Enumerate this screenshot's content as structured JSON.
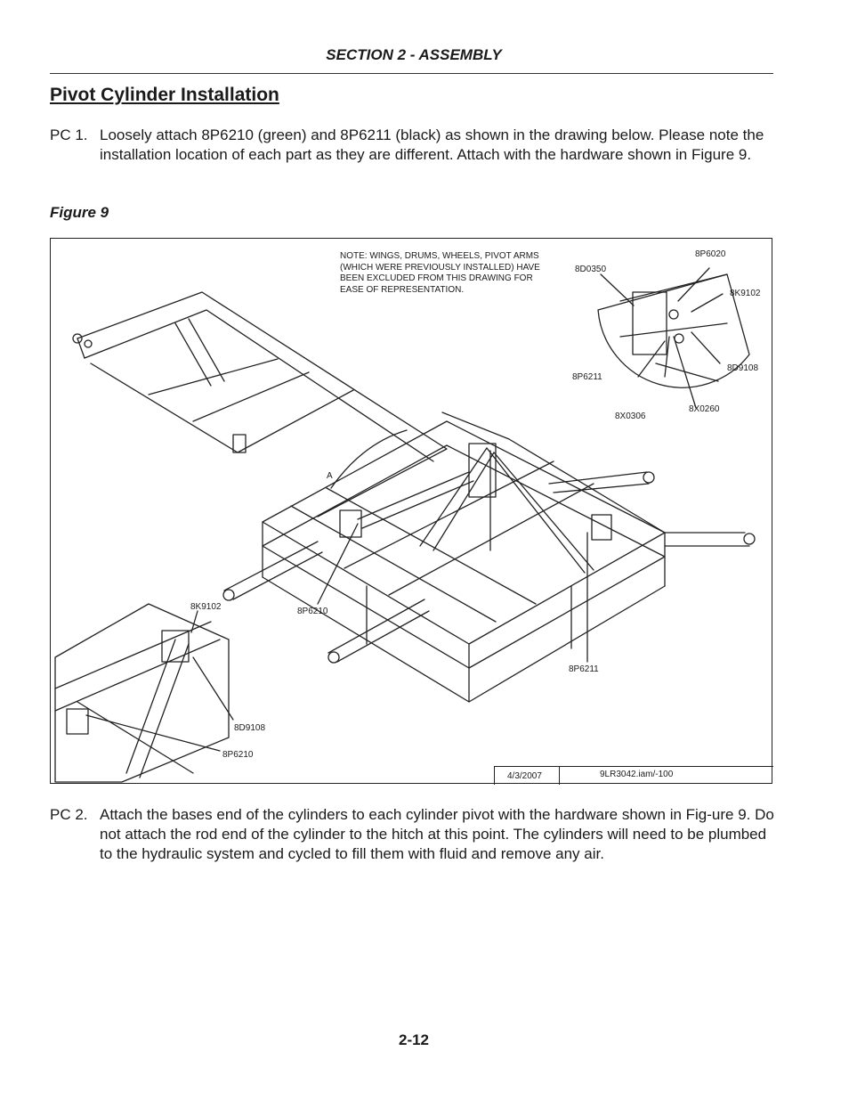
{
  "header": {
    "section": "SECTION 2 - ASSEMBLY"
  },
  "title": "Pivot Cylinder Installation",
  "steps": [
    {
      "num": "PC 1.",
      "text": "Loosely attach 8P6210 (green) and 8P6211 (black) as shown in the drawing below.  Please note the installation location of each part as they are different.  Attach with the hardware shown in Figure 9."
    },
    {
      "num": "PC 2.",
      "text": "Attach the bases end of the cylinders to each cylinder pivot with the hardware shown in Fig-ure 9.  Do not attach the rod end of the cylinder to the hitch at this point.   The cylinders will need to be plumbed to the hydraulic system and cycled to fill them with fluid and remove any air."
    }
  ],
  "figure": {
    "label": "Figure 9",
    "note": "NOTE: WINGS, DRUMS, WHEELS, PIVOT ARMS (WHICH WERE PREVIOUSLY INSTALLED) HAVE BEEN EXCLUDED FROM THIS DRAWING FOR EASE OF REPRESENTATION.",
    "callouts": {
      "c_8d0350": "8D0350",
      "c_8p6020": "8P6020",
      "c_8k9102_top": "8K9102",
      "c_8d9108_top": "8D9108",
      "c_8p6211_top": "8P6211",
      "c_8x0260": "8X0260",
      "c_8x0306": "8X0306",
      "c_a": "A",
      "c_8k9102_left": "8K9102",
      "c_8p6210_mid": "8P6210",
      "c_8p6211_bottom": "8P6211",
      "c_8d9108_left": "8D9108",
      "c_8p6210_left": "8P6210"
    },
    "titleblock": {
      "date": "4/3/2007",
      "drawing": "9LR3042.iam/-100"
    }
  },
  "page_number": "2-12"
}
